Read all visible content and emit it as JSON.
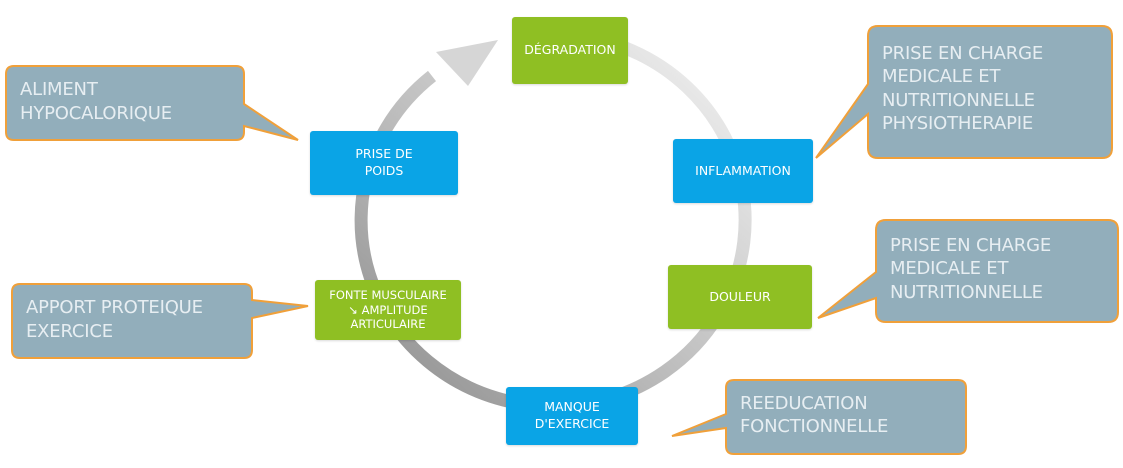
{
  "colors": {
    "node_blue": "#0aa4e6",
    "node_green": "#8fbf23",
    "callout_fill": "#92aebb",
    "callout_border": "#f0a03a",
    "ring_dark": "#8c8c8c",
    "ring_light": "#f2f2f2"
  },
  "cycle": {
    "degradation": "DÉGRADATION",
    "inflammation": "INFLAMMATION",
    "douleur": "DOULEUR",
    "manque_exercice": "MANQUE\nD'EXERCICE",
    "fonte_musculaire": "FONTE MUSCULAIRE\n↘ AMPLITUDE\nARTICULAIRE",
    "prise_poids": "PRISE DE\nPOIDS"
  },
  "callouts": {
    "aliment": "ALIMENT\nHYPOCALORIQUE",
    "apport": "APPORT PROTEIQUE\nEXERCICE",
    "prise_charge_physio": "PRISE EN CHARGE\nMEDICALE ET\nNUTRITIONNELLE\nPHYSIOTHERAPIE",
    "prise_charge": "PRISE EN CHARGE\nMEDICALE ET\nNUTRITIONNELLE",
    "reeducation": "REEDUCATION\nFONCTIONNELLE"
  }
}
